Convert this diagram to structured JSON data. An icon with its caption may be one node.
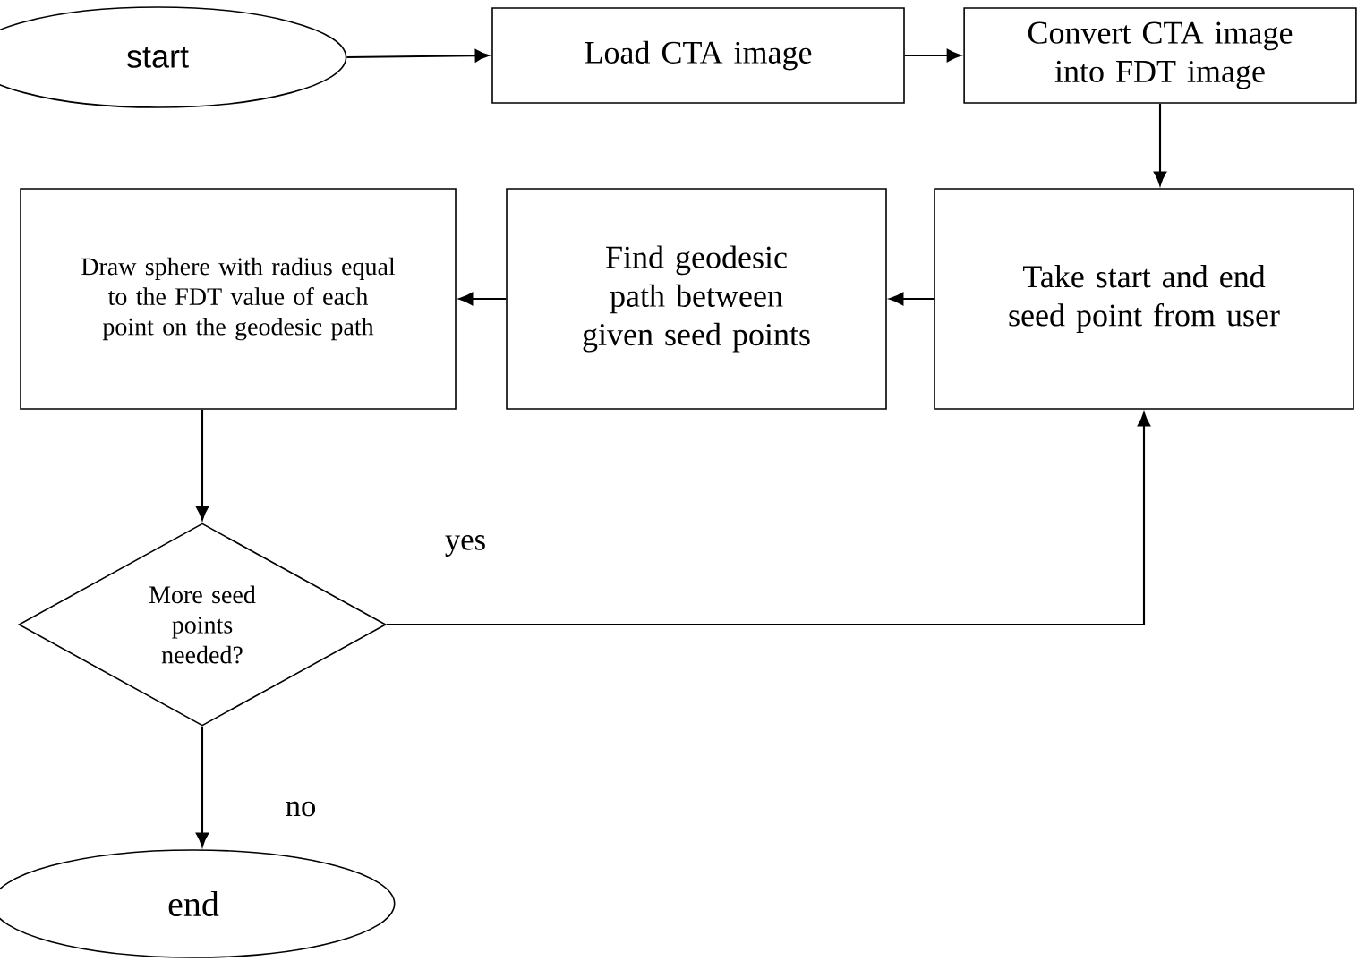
{
  "diagram": {
    "nodes": [
      {
        "text": [
          "start"
        ]
      },
      {
        "text": [
          "Load CTA image"
        ]
      },
      {
        "text": [
          "Convert CTA image into FDT image"
        ]
      },
      {
        "text": [
          "Take start and end seed point from user"
        ]
      },
      {
        "text": [
          "Find geodesic path between given seed points"
        ]
      },
      {
        "text": [
          "Draw sphere with radius equal to the FDT value of each point on the geodesic path"
        ]
      },
      {
        "text": [
          "More seed points needed?"
        ]
      },
      {
        "text": [
          "end"
        ]
      }
    ],
    "edges": [
      {
        "from": 0,
        "to": 1,
        "arrow": "to"
      },
      {
        "from": 1,
        "to": 2,
        "arrow": "to"
      },
      {
        "from": 2,
        "to": 3,
        "arrow": "to"
      },
      {
        "from": 3,
        "to": 4,
        "arrow": "to"
      },
      {
        "from": 4,
        "to": 5,
        "arrow": "to"
      },
      {
        "from": 5,
        "to": 6,
        "arrow": "to"
      },
      {
        "from": 6,
        "to": 3,
        "arrow": "to",
        "label": "yes"
      },
      {
        "from": 6,
        "to": 7,
        "arrow": "to",
        "label": "no"
      }
    ]
  }
}
